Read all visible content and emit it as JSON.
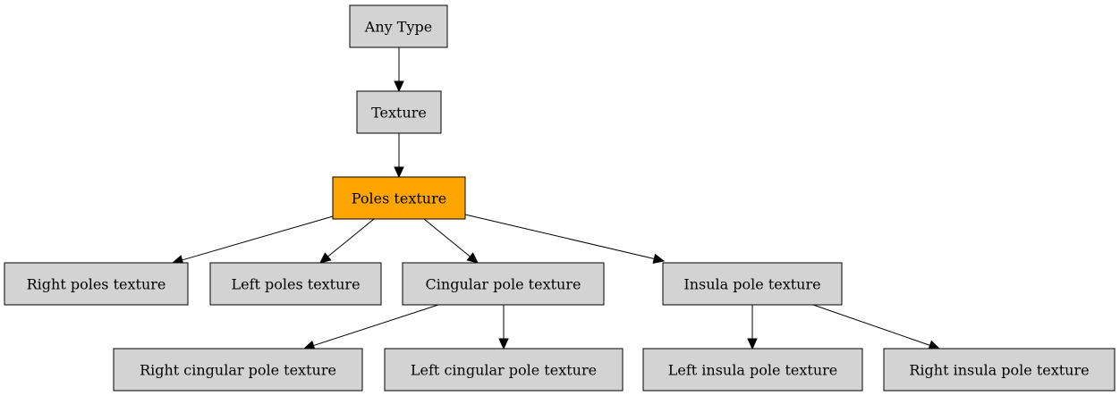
{
  "diagram": {
    "nodes": [
      {
        "id": "any_type",
        "label": "Any Type",
        "fill": "#d3d3d3"
      },
      {
        "id": "texture",
        "label": "Texture",
        "fill": "#d3d3d3"
      },
      {
        "id": "poles_texture",
        "label": "Poles texture",
        "fill": "#ffa500",
        "highlighted": true
      },
      {
        "id": "right_poles",
        "label": "Right poles texture",
        "fill": "#d3d3d3"
      },
      {
        "id": "left_poles",
        "label": "Left poles texture",
        "fill": "#d3d3d3"
      },
      {
        "id": "cingular_pole",
        "label": "Cingular pole texture",
        "fill": "#d3d3d3"
      },
      {
        "id": "insula_pole",
        "label": "Insula pole texture",
        "fill": "#d3d3d3"
      },
      {
        "id": "right_cingular",
        "label": "Right cingular pole texture",
        "fill": "#d3d3d3"
      },
      {
        "id": "left_cingular",
        "label": "Left cingular pole texture",
        "fill": "#d3d3d3"
      },
      {
        "id": "left_insula",
        "label": "Left insula pole texture",
        "fill": "#d3d3d3"
      },
      {
        "id": "right_insula",
        "label": "Right insula pole texture",
        "fill": "#d3d3d3"
      }
    ],
    "edges": [
      {
        "from": "any_type",
        "to": "texture"
      },
      {
        "from": "texture",
        "to": "poles_texture"
      },
      {
        "from": "poles_texture",
        "to": "right_poles"
      },
      {
        "from": "poles_texture",
        "to": "left_poles"
      },
      {
        "from": "poles_texture",
        "to": "cingular_pole"
      },
      {
        "from": "poles_texture",
        "to": "insula_pole"
      },
      {
        "from": "cingular_pole",
        "to": "right_cingular"
      },
      {
        "from": "cingular_pole",
        "to": "left_cingular"
      },
      {
        "from": "insula_pole",
        "to": "left_insula"
      },
      {
        "from": "insula_pole",
        "to": "right_insula"
      }
    ]
  }
}
